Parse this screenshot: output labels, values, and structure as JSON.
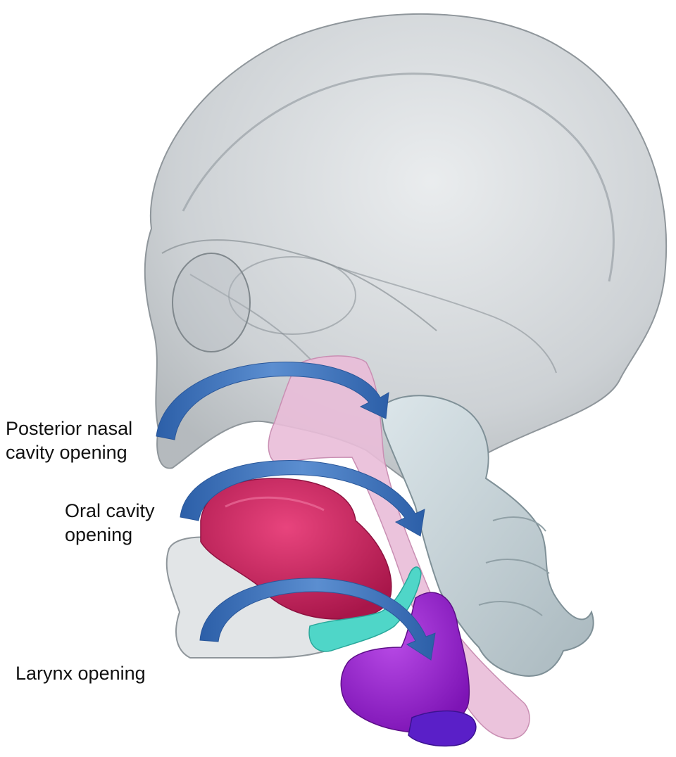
{
  "labels": {
    "posterior_nasal_line1": "Posterior nasal",
    "posterior_nasal_line2": "cavity opening",
    "oral_line1": "Oral cavity",
    "oral_line2": "opening",
    "larynx": "Larynx opening"
  },
  "colors": {
    "skull": "#c9ced2",
    "cervical_spine": "#c5d2d6",
    "airway": "#e8b9d6",
    "tongue": "#cf1f5c",
    "hyoid": "#4fd6c8",
    "larynx": "#9a1fd0",
    "larynx_base": "#5a1fc8",
    "arrow": "#3b72bb"
  }
}
